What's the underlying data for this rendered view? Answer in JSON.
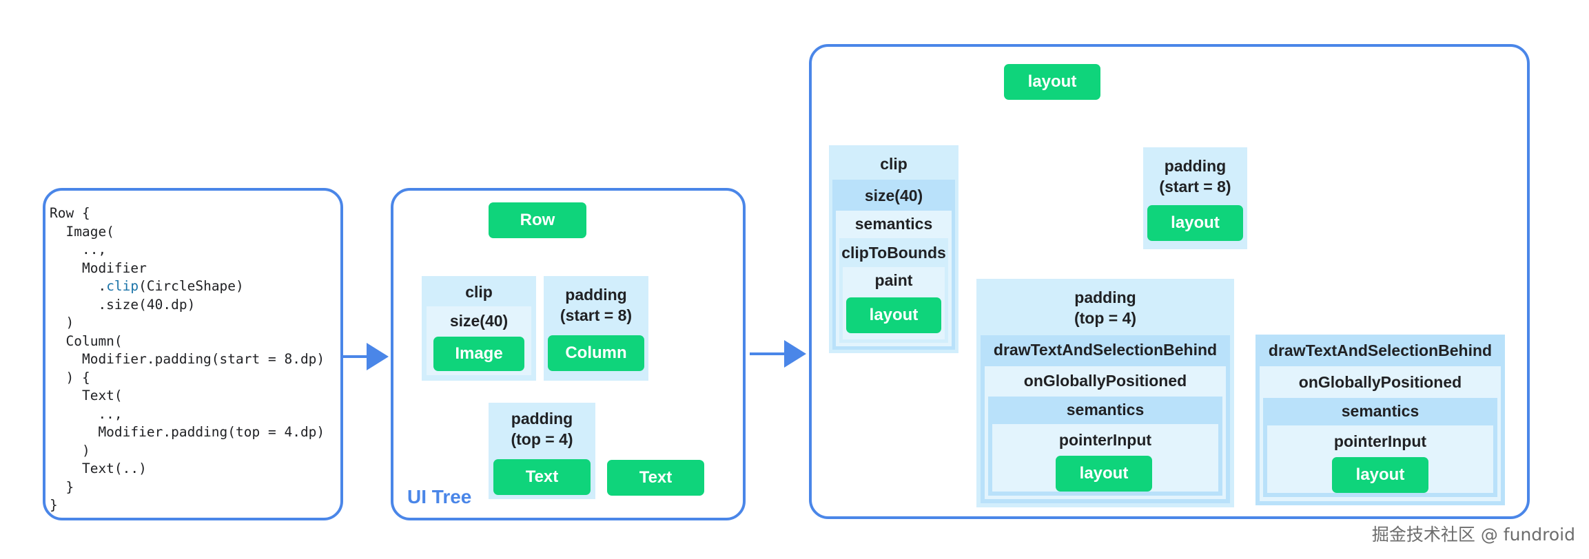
{
  "code_panel": {
    "lines": [
      "Row {",
      "  Image(",
      "    ..,",
      "    Modifier",
      "      .clip(CircleShape)",
      "      .size(40.dp)",
      "  )",
      "  Column(",
      "    Modifier.padding(start = 8.dp)",
      "  ) {",
      "    Text(",
      "      ..,",
      "      Modifier.padding(top = 4.dp)",
      "    )",
      "    Text(..)",
      "  }",
      "}"
    ],
    "highlight_keyword": "clip"
  },
  "ui_tree": {
    "caption": "UI Tree",
    "row": "Row",
    "image_group": {
      "clip": "clip",
      "size": "size(40)",
      "node": "Image"
    },
    "column_group": {
      "padding": "padding\n(start = 8)",
      "node": "Column"
    },
    "text1_group": {
      "padding": "padding\n(top = 4)",
      "node": "Text"
    },
    "text2": "Text"
  },
  "full_tree": {
    "root": "layout",
    "left": {
      "clip": "clip",
      "size": "size(40)",
      "semantics": "semantics",
      "clipToBounds": "clipToBounds",
      "paint": "paint",
      "node": "layout"
    },
    "right": {
      "padding": "padding\n(start = 8)",
      "node": "layout"
    },
    "text1": {
      "padding": "padding\n(top = 4)",
      "draw": "drawTextAndSelectionBehind",
      "positioned": "onGloballyPositioned",
      "semantics": "semantics",
      "pointer": "pointerInput",
      "node": "layout"
    },
    "text2": {
      "draw": "drawTextAndSelectionBehind",
      "positioned": "onGloballyPositioned",
      "semantics": "semantics",
      "pointer": "pointerInput",
      "node": "layout"
    }
  },
  "watermark": "掘金技术社区 @ fundroid",
  "colors": {
    "panel_border": "#4a86e8",
    "node_green": "#0fd47b",
    "edge_green": "#2ecf86",
    "modifier_blue": "#d2eefc"
  }
}
